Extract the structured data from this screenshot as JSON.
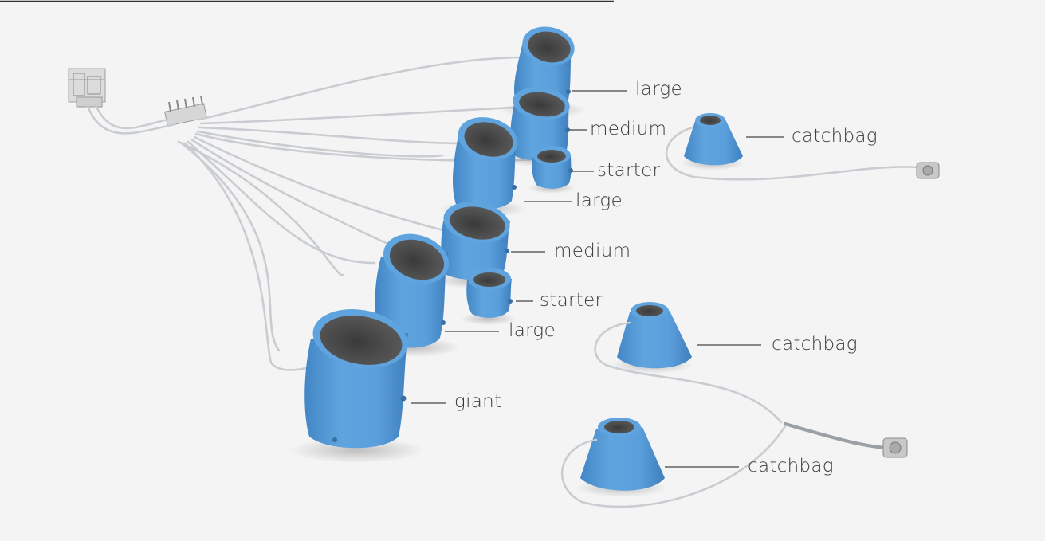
{
  "colors": {
    "background": "#f4f4f4",
    "bag_fill": "#5a9fdc",
    "bag_shade": "#3f82c2",
    "bag_highlight": "#82bbea",
    "opening": "#4a4a4a",
    "hose": "#c9cdd1",
    "leader_line": "#444444",
    "label_text": "#3a3a3a"
  },
  "labels": {
    "large_top": "large",
    "medium_top": "medium",
    "starter_top": "starter",
    "large_mid": "large",
    "medium_mid": "medium",
    "starter_mid": "starter",
    "large_low": "large",
    "giant": "giant",
    "catchbag_top": "catchbag",
    "catchbag_mid": "catchbag",
    "catchbag_low": "catchbag"
  }
}
